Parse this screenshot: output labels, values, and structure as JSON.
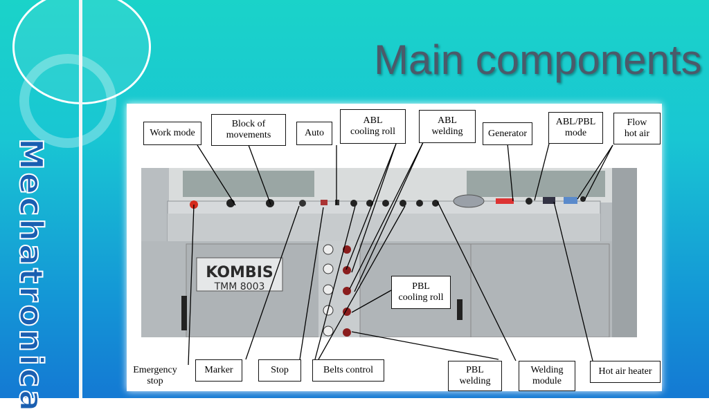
{
  "slide": {
    "title": "Main components",
    "side_text": "Mechatronica"
  },
  "photo": {
    "brand": "KOMBIS",
    "model": "TMM 8003"
  },
  "labels": {
    "work_mode": "Work mode",
    "block_movements": "Block of\nmovements",
    "auto": "Auto",
    "abl_cooling": "ABL\ncooling roll",
    "abl_welding": "ABL\nwelding",
    "generator": "Generator",
    "abl_pbl_mode": "ABL/PBL\nmode",
    "flow_hot_air": "Flow\nhot air",
    "pbl_cooling": "PBL\ncooling roll",
    "emergency_stop": "Emergency\nstop",
    "marker": "Marker",
    "stop": "Stop",
    "belts_control": "Belts control",
    "pbl_welding": "PBL\nwelding",
    "welding_module": "Welding\nmodule",
    "hot_air_heater": "Hot air heater"
  },
  "colors": {
    "accent_title": "#4b5a6a",
    "side_text": "#1a5fb1",
    "emergency_red": "#d42a1c"
  }
}
